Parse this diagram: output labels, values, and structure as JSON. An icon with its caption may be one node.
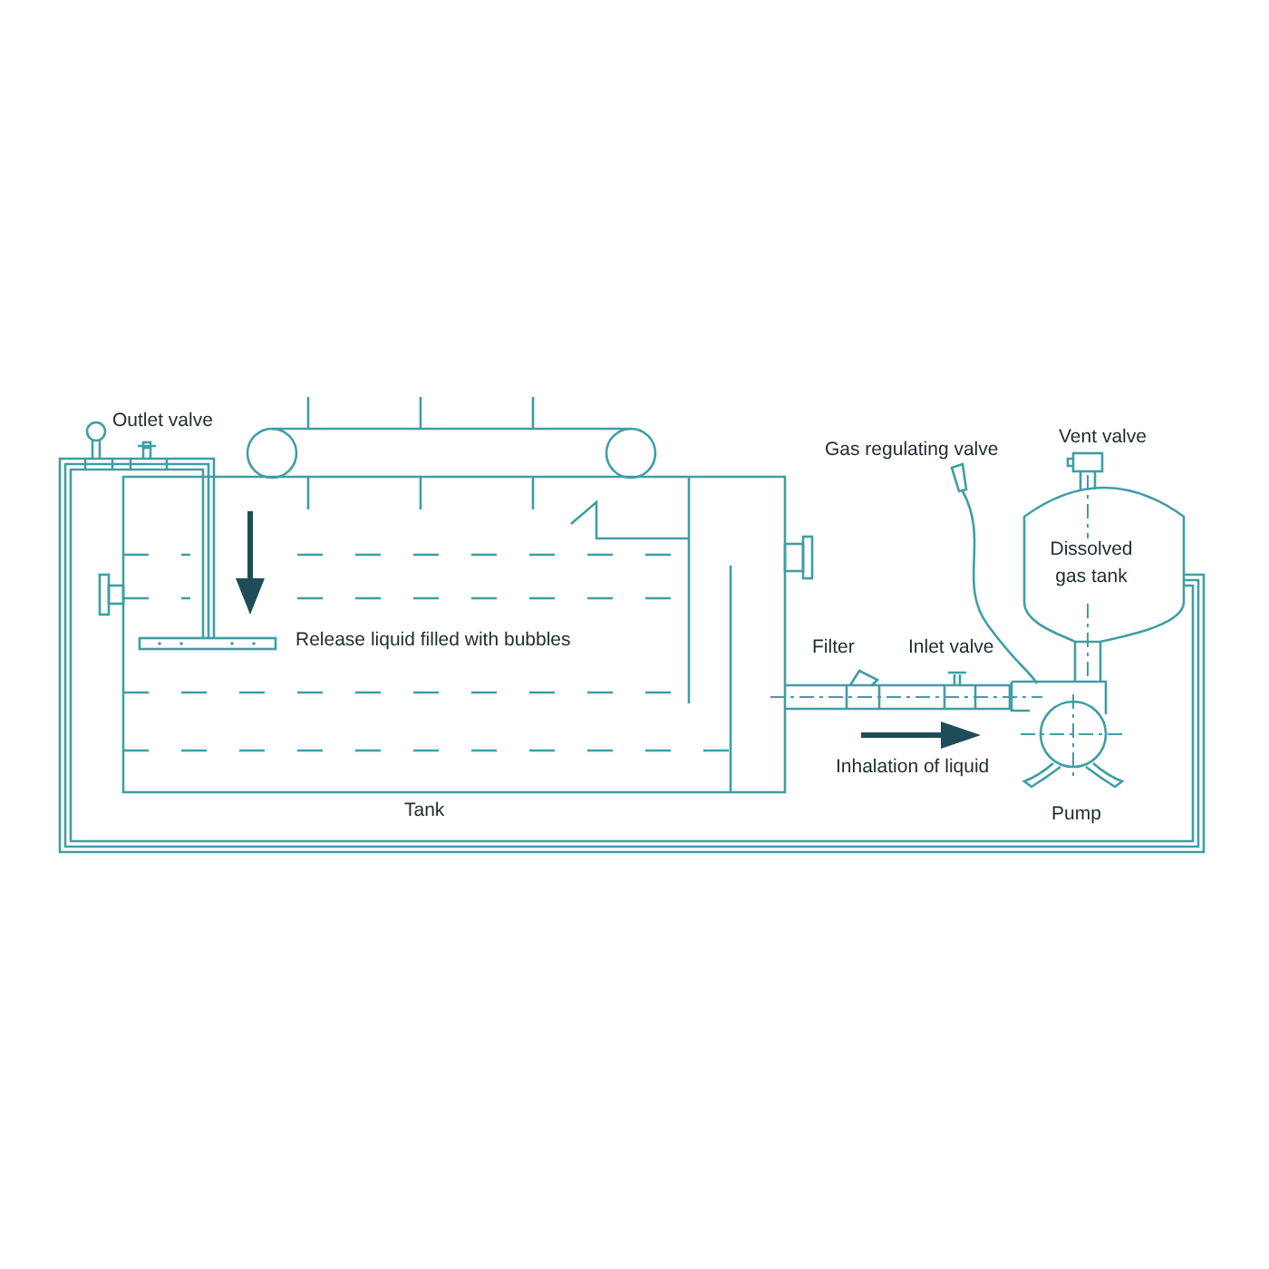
{
  "diagram": {
    "nodes": [
      {
        "text": [
          "Dissolved gas tank"
        ]
      }
    ],
    "labels": [
      "Outlet valve",
      "Vent valve",
      "Gas regulating valve",
      "Release liquid filled with bubbles",
      "Filter",
      "Inlet valve",
      "Inhalation of liquid",
      "Tank",
      "Pump"
    ]
  }
}
